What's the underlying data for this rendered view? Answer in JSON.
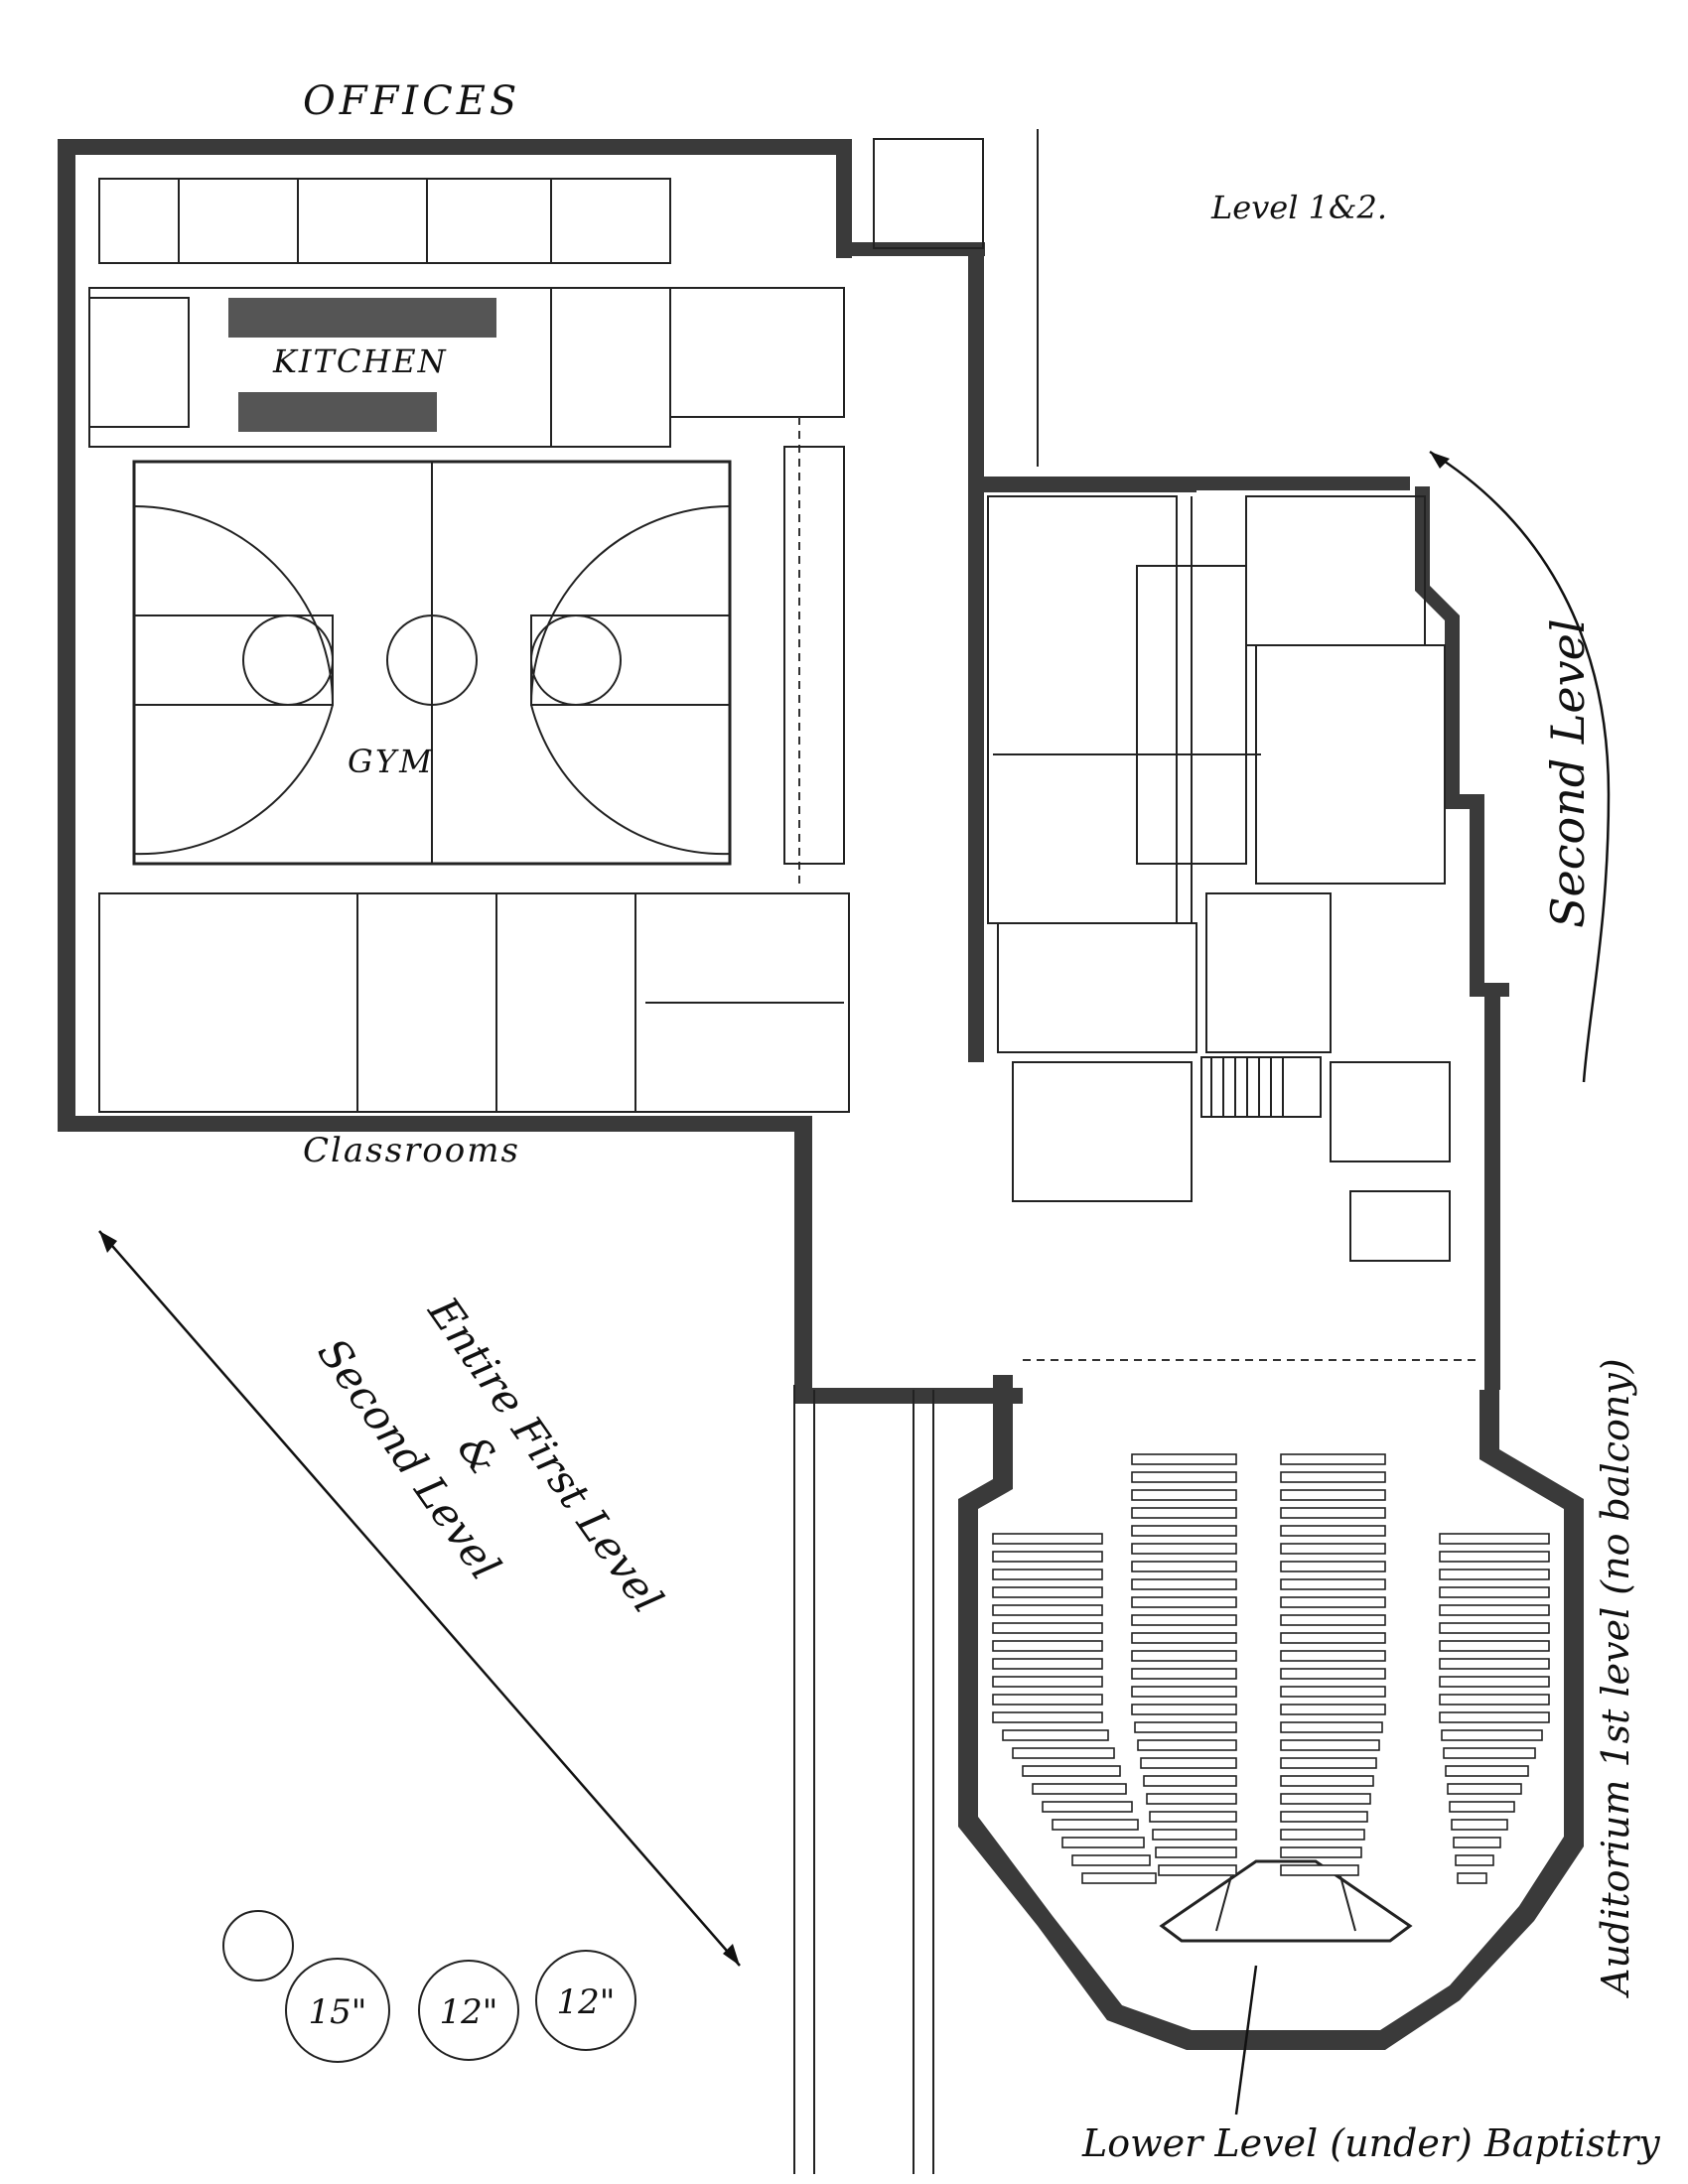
{
  "labels": {
    "offices": "OFFICES",
    "kitchen": "KITCHEN",
    "gym": "GYM",
    "classrooms": "Classrooms",
    "level_note": "Level 1&2.",
    "second_level_right": "Second Level",
    "entire_first_level_line1": "Entire First Level",
    "entire_first_level_line2": "&",
    "entire_first_level_line3": "Second Level",
    "auditorium": "Auditorium 1st level (no balcony)",
    "lower_level": "Lower Level (under) Baptistry"
  },
  "trees": [
    {
      "label": "15\""
    },
    {
      "label": "12\""
    },
    {
      "label": "12\""
    }
  ]
}
